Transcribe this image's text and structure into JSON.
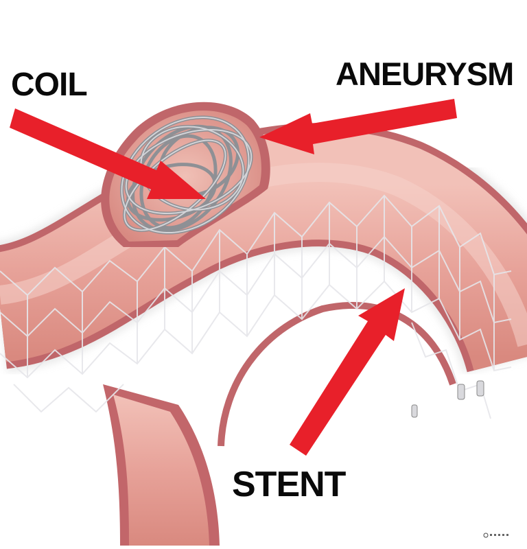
{
  "labels": {
    "coil": "COIL",
    "aneurysm": "ANEURYSM",
    "stent": "STENT"
  },
  "colors": {
    "arrow": "#e8202a",
    "vessel_wall": "#c5666a",
    "vessel_lumen": "#e9aaa2",
    "stent_wire": "#e6e6ea",
    "coil_wire": "#9a9ca0"
  },
  "icons": {
    "watermark": "watermark-logo"
  }
}
